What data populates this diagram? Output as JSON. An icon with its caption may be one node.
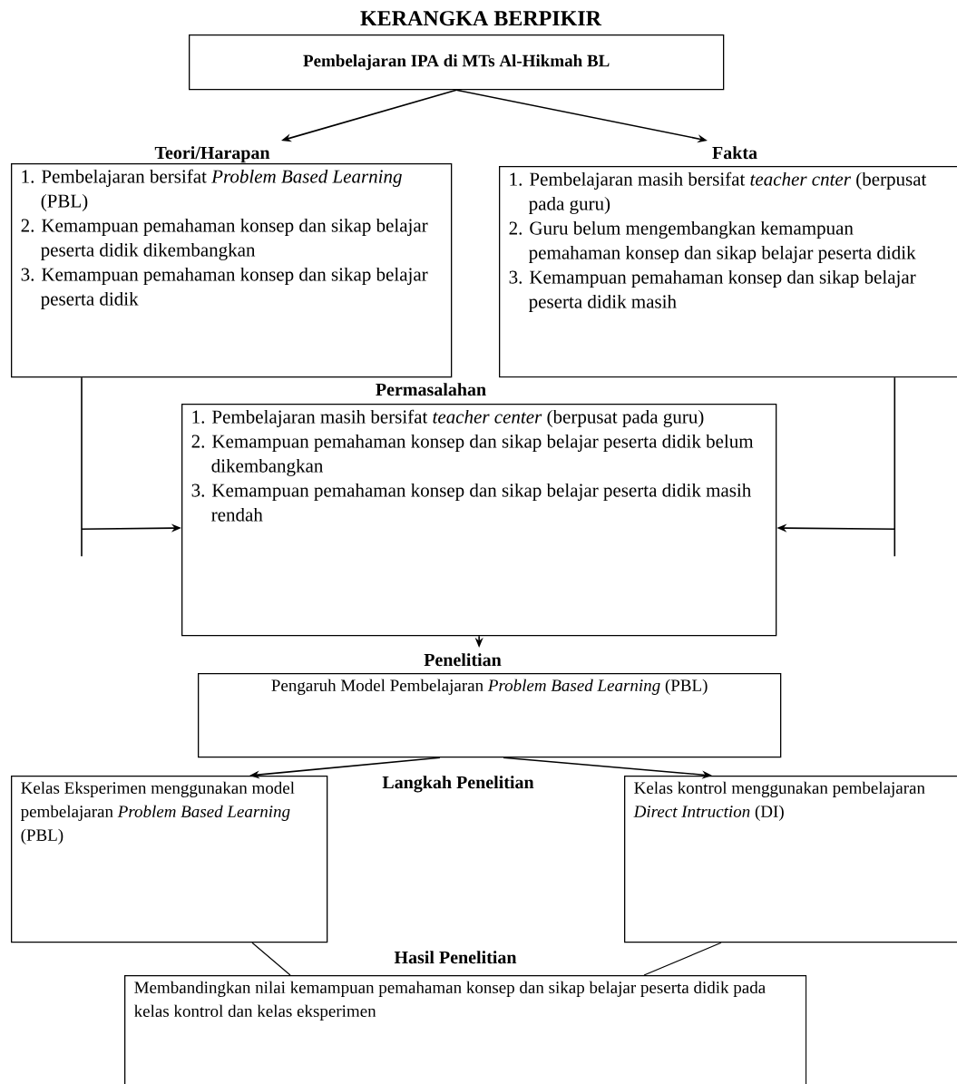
{
  "diagram": {
    "title": "KERANGKA BERPIKIR",
    "nodes": [
      {
        "text": [
          "Pembelajaran IPA di MTs Al-Hikmah BL"
        ]
      },
      {
        "text": [
          "Teori/Harapan",
          "1. Pembelajaran bersifat *Problem Based Learning* (PBL)",
          "2. Kemampuan pemahaman konsep dan sikap belajar peserta didik dikembangkan",
          "3. Kemampuan pemahaman konsep dan sikap belajar peserta didik"
        ]
      },
      {
        "text": [
          "Fakta",
          "1. Pembelajaran masih bersifat *teacher cnter* (berpusat pada guru)",
          "2. Guru belum mengembangkan kemampuan pemahaman konsep dan sikap belajar peserta didik",
          "3. Kemampuan pemahaman konsep dan sikap belajar peserta didik masih"
        ]
      },
      {
        "text": [
          "Permasalahan",
          "1. Pembelajaran masih bersifat *teacher center* (berpusat pada guru)",
          "2. Kemampuan pemahaman konsep dan sikap belajar peserta didik belum dikembangkan",
          "3. Kemampuan pemahaman konsep dan sikap belajar peserta didik masih rendah"
        ]
      },
      {
        "text": [
          "Penelitian",
          "Pengaruh Model Pembelajaran *Problem Based Learning* (PBL)"
        ]
      },
      {
        "text": [
          "Kelas Eksperimen menggunakan model pembelajaran *Problem Based Learning* (PBL)"
        ]
      },
      {
        "text": [
          "Kelas kontrol menggunakan pembelajaran *Direct Intruction* (DI)"
        ]
      },
      {
        "text": [
          "Hasil Penelitian",
          "Membandingkan nilai kemampuan pemahaman konsep dan sikap belajar peserta didik pada kelas kontrol dan kelas eksperimen"
        ]
      }
    ],
    "edges": [
      {
        "from": 0,
        "to": 1,
        "arrow": "to"
      },
      {
        "from": 0,
        "to": 2,
        "arrow": "to"
      },
      {
        "from": 1,
        "to": 3,
        "arrow": "to"
      },
      {
        "from": 2,
        "to": 3,
        "arrow": "to"
      },
      {
        "from": 3,
        "to": 4,
        "arrow": "to"
      },
      {
        "from": 4,
        "to": 5,
        "arrow": "to"
      },
      {
        "from": 4,
        "to": 6,
        "arrow": "to"
      },
      {
        "from": 5,
        "to": 7,
        "arrow": "none"
      },
      {
        "from": 6,
        "to": 7,
        "arrow": "none"
      }
    ],
    "labels": [
      "Langkah Penelitian"
    ]
  }
}
